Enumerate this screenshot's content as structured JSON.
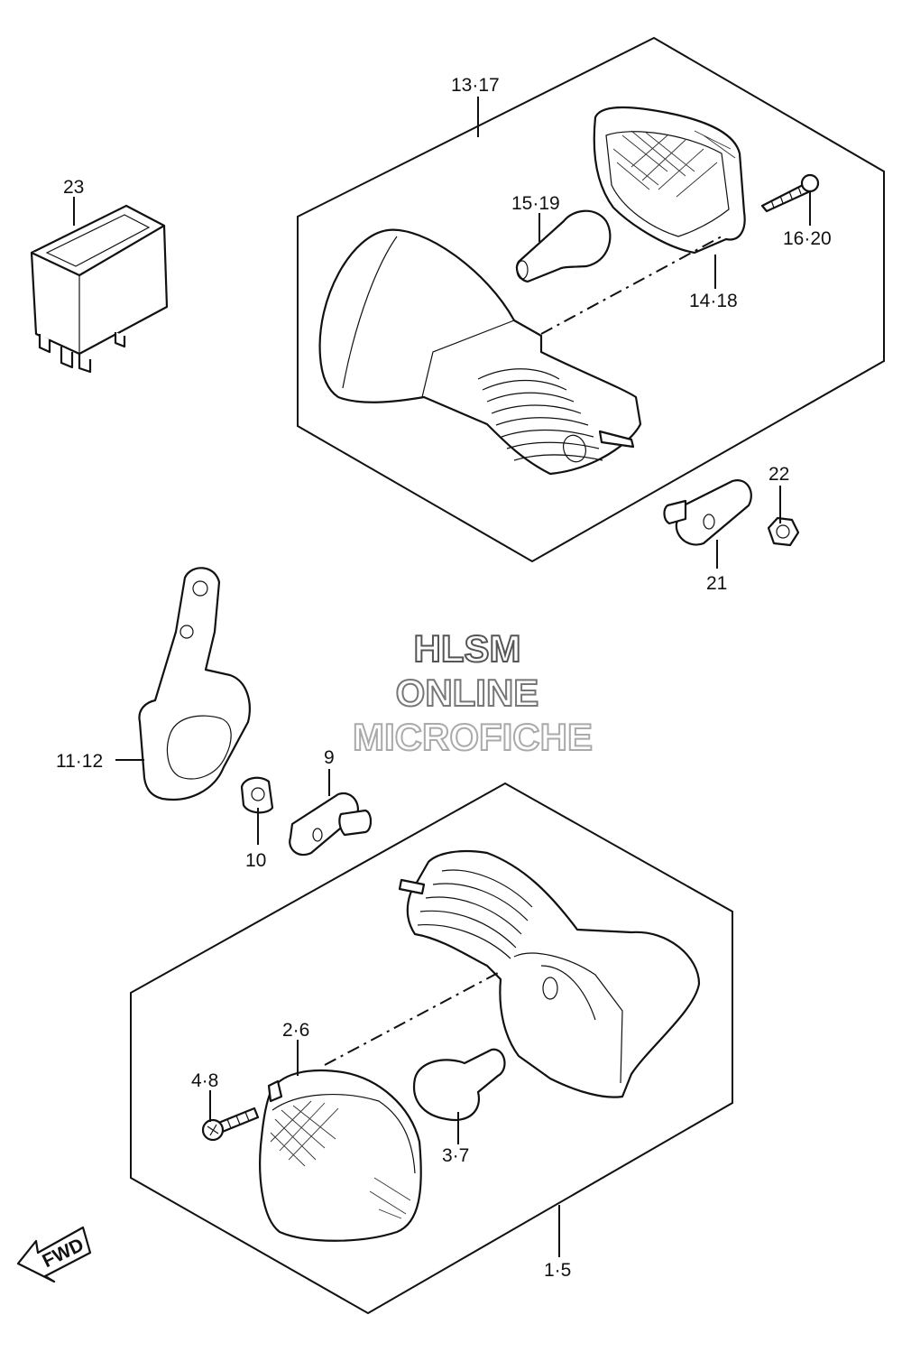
{
  "watermark": {
    "line1": "HLSM",
    "line2": "ONLINE",
    "line3": "MICROFICHE"
  },
  "fwd_label": "FWD",
  "labels": {
    "p13_17": "13·17",
    "p23": "23",
    "p15_19": "15·19",
    "p16_20": "16·20",
    "p14_18": "14·18",
    "p22": "22",
    "p21": "21",
    "p11_12": "11·12",
    "p9": "9",
    "p10": "10",
    "p2_6": "2·6",
    "p4_8": "4·8",
    "p3_7": "3·7",
    "p1_5": "1·5"
  },
  "colors": {
    "line": "#111111",
    "watermark_outline_1": "#555555",
    "watermark_outline_2": "#777777",
    "watermark_outline_3": "#aaaaaa"
  }
}
